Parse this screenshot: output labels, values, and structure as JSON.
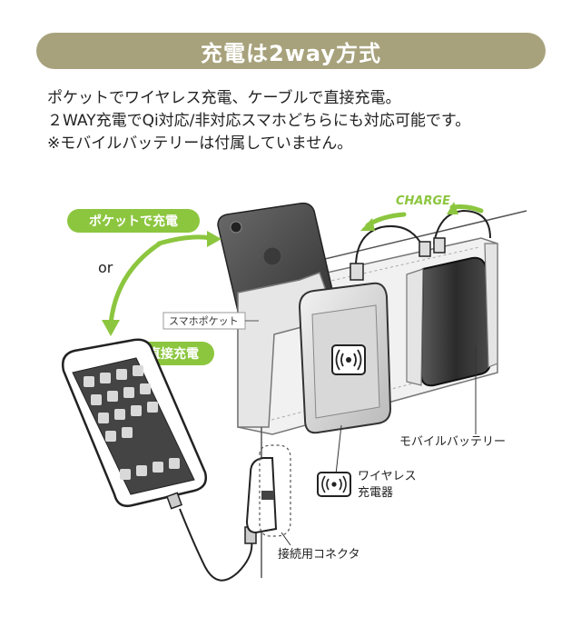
{
  "banner": {
    "title": "充電は2way方式"
  },
  "description": {
    "lines": [
      "ポケットでワイヤレス充電、ケーブルで直接充電。",
      "２WAY充電でQi対応/非対応スマホどちらにも対応可能です。",
      "※モバイルバッテリーは付属していません。"
    ]
  },
  "diagram": {
    "pocket_charge_label": "ポケットで充電",
    "or_label": "or",
    "direct_charge_label": "直接充電",
    "charge_label": "CHARGE",
    "phone_pocket_label": "スマホポケット",
    "mobile_battery_label": "モバイルバッテリー",
    "wireless_charger_line1": "ワイヤレス",
    "wireless_charger_line2": "充電器",
    "connector_label": "接続用コネクタ"
  },
  "colors": {
    "banner": "#a7a27c",
    "accent_green": "#8cc63f",
    "text": "#222222"
  }
}
